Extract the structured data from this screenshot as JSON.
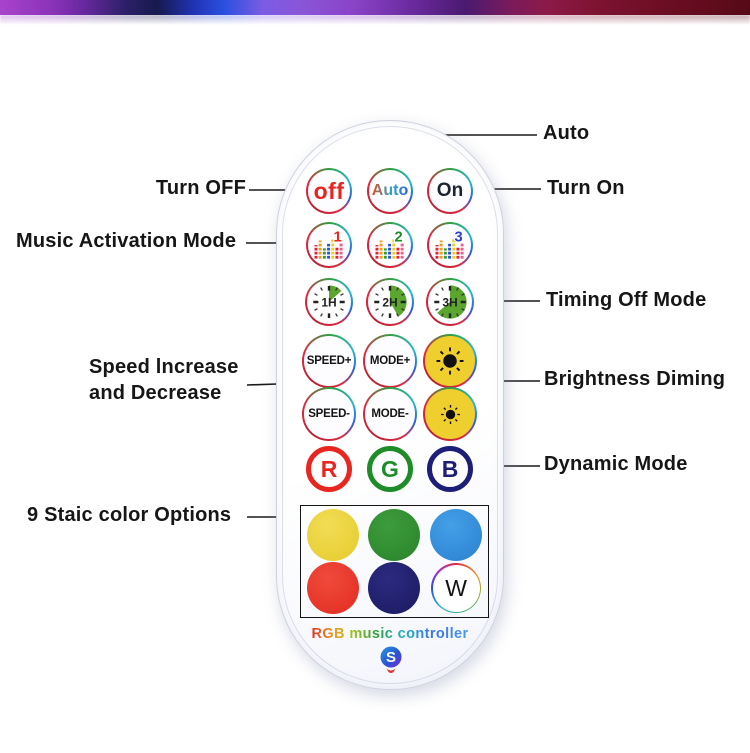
{
  "annotations": {
    "auto": "Auto",
    "turn_off": "Turn OFF",
    "turn_on": "Turn On",
    "music_activation": "Music Activation Mode",
    "timing_off": "Timing Off Mode",
    "speed_line1": "Speed lncrease",
    "speed_line2": "and Decrease",
    "brightness": "Brightness Diming",
    "dynamic": "Dynamic Mode",
    "static_colors": "9 Staic color Options"
  },
  "remote": {
    "power_buttons": [
      {
        "label": "off",
        "color": "#e8251e"
      },
      {
        "label": "Auto",
        "color": "#2aa8c8"
      },
      {
        "label": "On",
        "color": "#1c2430"
      }
    ],
    "music_buttons": [
      {
        "number": "1",
        "color": "#e8251e",
        "icon": "equalizer-icon"
      },
      {
        "number": "2",
        "color": "#1e8c28",
        "icon": "equalizer-icon"
      },
      {
        "number": "3",
        "color": "#2a40d0",
        "icon": "equalizer-icon"
      }
    ],
    "timing_buttons": [
      {
        "label": "1H",
        "icon": "clock-icon"
      },
      {
        "label": "2H",
        "icon": "clock-icon"
      },
      {
        "label": "3H",
        "icon": "clock-icon"
      }
    ],
    "speed_buttons": [
      {
        "label": "SPEED+"
      },
      {
        "label": "SPEED-"
      }
    ],
    "mode_buttons": [
      {
        "label": "MODE+"
      },
      {
        "label": "MODE-"
      }
    ],
    "brightness_buttons": [
      {
        "icon": "sun-large-icon",
        "color": "#eecf2e"
      },
      {
        "icon": "sun-small-icon",
        "color": "#eecf2e"
      }
    ],
    "rgb_buttons": [
      {
        "label": "R",
        "color": "#e8251e"
      },
      {
        "label": "G",
        "color": "#1e8c28"
      },
      {
        "label": "B",
        "color": "#1c1e78"
      }
    ],
    "static_color_buttons": [
      {
        "name": "yellow",
        "color": "#e5cb2b"
      },
      {
        "name": "green",
        "color": "#2a832a"
      },
      {
        "name": "blue",
        "color": "#2a80d2"
      },
      {
        "name": "red",
        "color": "#e22b20"
      },
      {
        "name": "navy",
        "color": "#1c1a60"
      },
      {
        "name": "white",
        "label": "W"
      }
    ],
    "brand": "RGB music controller"
  }
}
